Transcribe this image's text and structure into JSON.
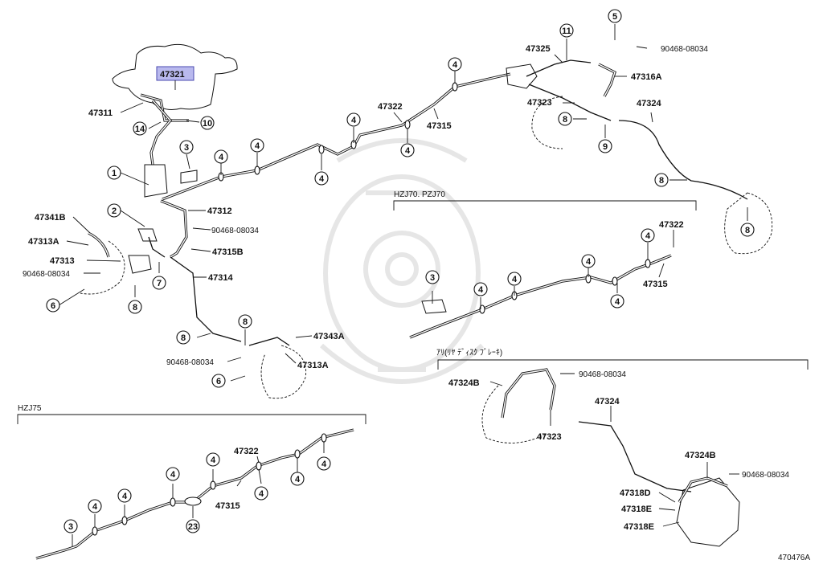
{
  "diagram_id": "470476A",
  "part_labels": {
    "p47321": "47321",
    "p47311": "47311",
    "p47312": "47312",
    "p47341B": "47341B",
    "p47313A_left": "47313A",
    "p47313": "47313",
    "p90468_a": "90468-08034",
    "p90468_b": "90468-08034",
    "p90468_c": "90468-08034",
    "p90468_d": "90468-08034",
    "p90468_e": "90468-08034",
    "p90468_f": "90468-08034",
    "p47315B": "47315B",
    "p47314": "47314",
    "p47343A": "47343A",
    "p47313A_mid": "47313A",
    "p47322_top": "47322",
    "p47315_top": "47315",
    "p47325": "47325",
    "p47316A": "47316A",
    "p47323_top": "47323",
    "p47324_top": "47324",
    "p47322_mid": "47322",
    "p47315_mid": "47315",
    "p47324B_a": "47324B",
    "p47323_mid": "47323",
    "p47324_mid": "47324",
    "p47324B_b": "47324B",
    "p47318D": "47318D",
    "p47318E_a": "47318E",
    "p47318E_b": "47318E",
    "p47322_bot": "47322",
    "p47315_bot": "47315"
  },
  "section_labels": {
    "hzj70": "HZJ70. PZJ70",
    "disc": "ｱﾘ(ﾘﾔ ﾃﾞｨｽｸ ﾌﾞﾚｰｷ)",
    "hzj75": "HZJ75"
  },
  "callouts": {
    "c1": "1",
    "c2": "2",
    "c3": "3",
    "c3b": "3",
    "c3c": "3",
    "c5": "5",
    "c6": "6",
    "c6b": "6",
    "c7": "7",
    "c8": "8",
    "c8b": "8",
    "c8c": "8",
    "c8d": "8",
    "c8e": "8",
    "c8f": "8",
    "c9": "9",
    "c10": "10",
    "c11": "11",
    "c14": "14",
    "c23": "23",
    "c4": "4"
  },
  "highlight_color": "#b9b9ee"
}
